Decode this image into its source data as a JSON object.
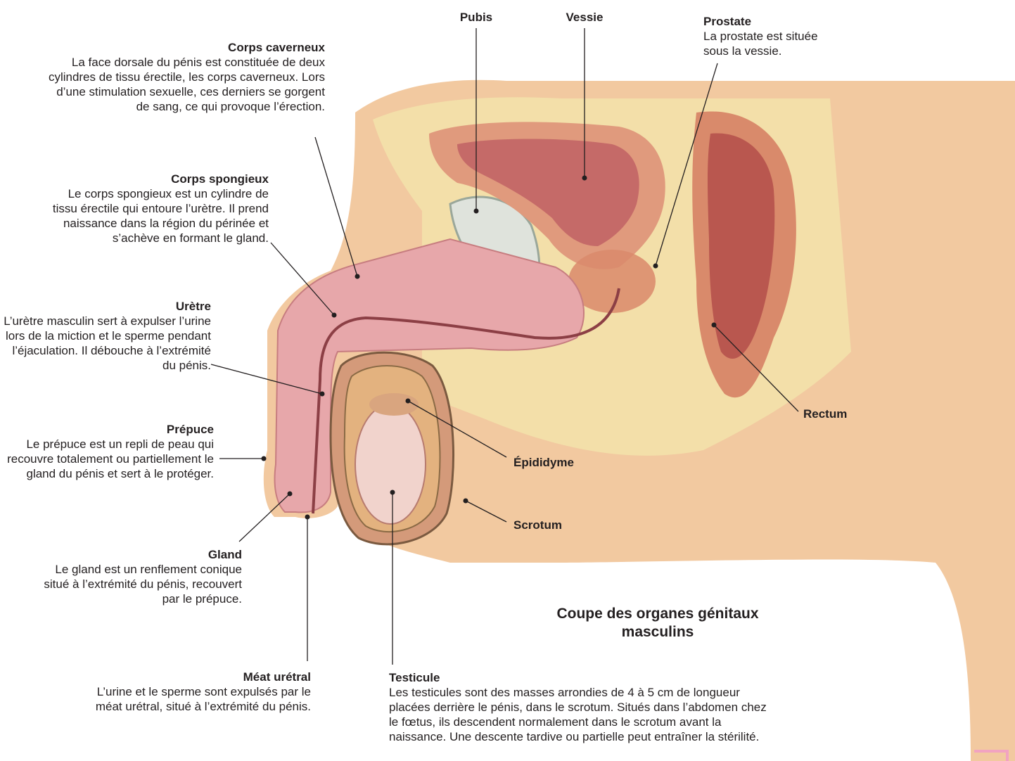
{
  "colors": {
    "skin": "#f2c9a0",
    "skin_edge": "#dca57c",
    "fat": "#f3dfa9",
    "erectile": "#e7a7aa",
    "muscle": "#d98a6b",
    "bladder_wall": "#e09a7d",
    "bladder_lumen": "#c56a68",
    "pubis": "#dfe3dc",
    "testis": "#f1d3cc",
    "leader": "#231f20"
  },
  "labels": {
    "corps_caverneux": {
      "title": "Corps caverneux",
      "text": "La face dorsale du pénis est constituée de deux cylindres de tissu érectile, les corps caverneux. Lors d’une stimulation sexuelle, ces derniers se gorgent de sang, ce qui provoque l’érection."
    },
    "corps_spongieux": {
      "title": "Corps spongieux",
      "text": "Le corps spongieux est un cylindre de tissu érectile qui entoure l’urètre. Il prend naissance dans la région du périnée et s’achève en formant le gland."
    },
    "uretre": {
      "title": "Urètre",
      "text": "L’urètre masculin sert à expulser l’urine lors de la miction et le sperme pendant l’éjaculation. Il débouche à l’extrémité du pénis."
    },
    "prepuce": {
      "title": "Prépuce",
      "text": "Le prépuce est un repli de peau qui recouvre totalement ou partiellement le gland du pénis et sert à le protéger."
    },
    "gland": {
      "title": "Gland",
      "text": "Le gland est un renflement conique situé à l’extrémité du pénis, recouvert par le prépuce."
    },
    "meat": {
      "title": "Méat urétral",
      "text": "L’urine et le sperme sont expulsés par le méat urétral, situé à l’extrémité du pénis."
    },
    "testicule": {
      "title": "Testicule",
      "text": "Les testicules sont des masses arrondies de 4 à 5 cm de longueur placées derrière le pénis, dans le scrotum. Situés dans l’abdomen chez le fœtus, ils descendent normalement dans le scrotum avant la naissance. Une descente tardive ou partielle peut entraîner la stérilité."
    },
    "pubis": {
      "title": "Pubis"
    },
    "vessie": {
      "title": "Vessie"
    },
    "prostate": {
      "title": "Prostate",
      "text": "La prostate est située sous la vessie."
    },
    "rectum": {
      "title": "Rectum"
    },
    "epididyme": {
      "title": "Épididyme"
    },
    "scrotum": {
      "title": "Scrotum"
    }
  },
  "caption": "Coupe des organes génitaux masculins"
}
